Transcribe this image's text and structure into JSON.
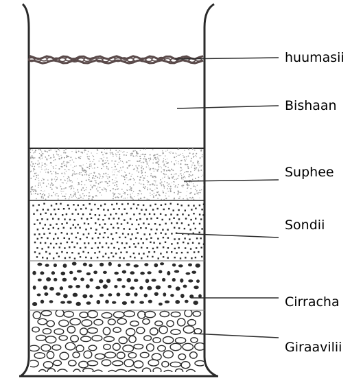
{
  "diagram": {
    "layers": [
      {
        "id": "humus",
        "label": "huumasii"
      },
      {
        "id": "water",
        "label": "Bishaan"
      },
      {
        "id": "clay",
        "label": "Suphee"
      },
      {
        "id": "sand",
        "label": "Sondii"
      },
      {
        "id": "gravel",
        "label": "Cirracha"
      },
      {
        "id": "pebbles",
        "label": "Giraavilii"
      }
    ],
    "colors": {
      "line": "#2a2a2a",
      "clay_dots": "#9a9a9a",
      "humus": "#5a4a4a",
      "background": "#ffffff"
    }
  }
}
